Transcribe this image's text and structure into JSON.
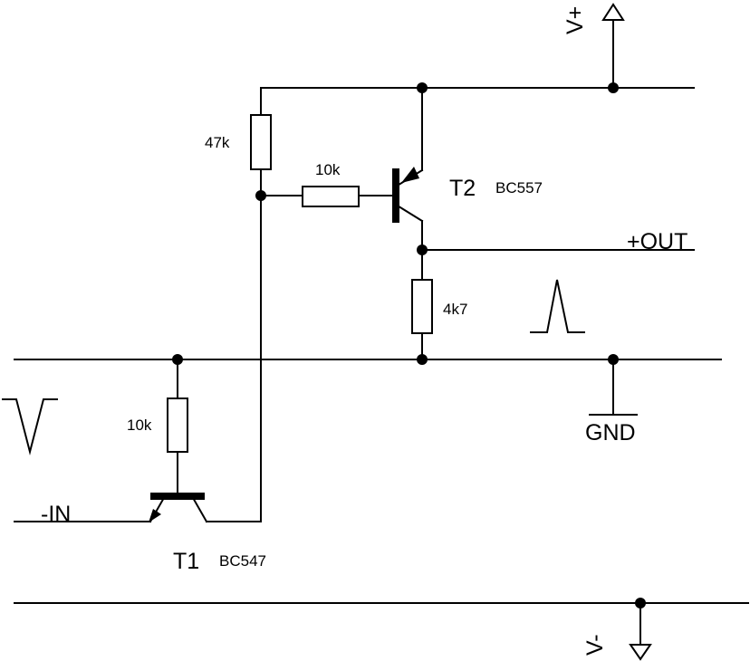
{
  "labels": {
    "vplus": "V+",
    "vminus": "V-",
    "gnd": "GND",
    "out": "+OUT",
    "in": "-IN"
  },
  "transistors": {
    "t1": {
      "name": "T1",
      "part": "BC547"
    },
    "t2": {
      "name": "T2",
      "part": "BC557"
    }
  },
  "resistors": {
    "r_pullup": "47k",
    "r_t2_base": "10k",
    "r_load": "4k7",
    "r_t1_collector": "10k"
  }
}
